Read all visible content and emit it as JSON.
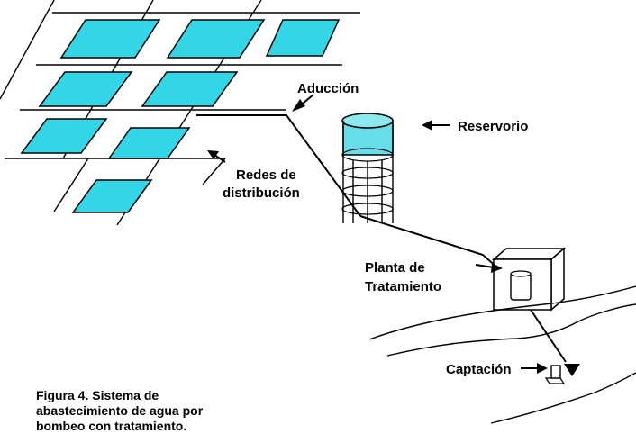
{
  "labels": {
    "aduccion": "Aducción",
    "reservorio": "Reservorio",
    "redes_line1": "Redes de",
    "redes_line2": "distribución",
    "planta_line1": "Planta de",
    "planta_line2": "Tratamiento",
    "captacion": "Captación"
  },
  "caption": {
    "line1": "Figura 4. Sistema de",
    "line2": "abastecimiento de agua por",
    "line3": "bombeo con tratamiento."
  },
  "colors": {
    "block_fill": "#33d6e6",
    "tank_fill": "#66dde8",
    "line": "#000000",
    "background": "#ffffff"
  },
  "icons": [
    "city-block-icon",
    "reservoir-tank-icon",
    "treatment-plant-icon",
    "intake-pump-icon",
    "river-icon"
  ]
}
